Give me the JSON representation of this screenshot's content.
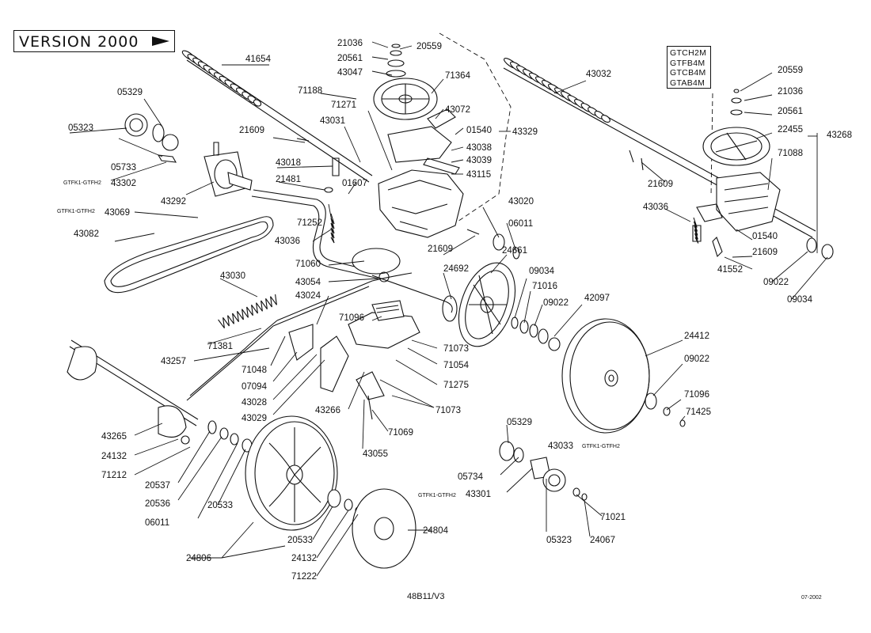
{
  "version_label": "VERSION 2000",
  "drawing_ref": "48B11/V3",
  "date_code": "07-2002",
  "model_codes": [
    "GTCH2M",
    "GTFB4M",
    "GTCB4M",
    "GTAB4M"
  ],
  "gtfk_tag": "GTFK1-GTFH2",
  "parts": [
    {
      "id": "p41654",
      "label": "41654"
    },
    {
      "id": "p05329a",
      "label": "05329"
    },
    {
      "id": "p05323a",
      "label": "05323"
    },
    {
      "id": "p21609a",
      "label": "21609"
    },
    {
      "id": "p05733",
      "label": "05733"
    },
    {
      "id": "p43302",
      "label": "43302"
    },
    {
      "id": "p43018",
      "label": "43018"
    },
    {
      "id": "p21481",
      "label": "21481"
    },
    {
      "id": "p43292",
      "label": "43292"
    },
    {
      "id": "p43069",
      "label": "43069"
    },
    {
      "id": "p43082",
      "label": "43082"
    },
    {
      "id": "p43031",
      "label": "43031"
    },
    {
      "id": "p71271",
      "label": "71271"
    },
    {
      "id": "p71188",
      "label": "71188"
    },
    {
      "id": "p43047",
      "label": "43047"
    },
    {
      "id": "p20561a",
      "label": "20561"
    },
    {
      "id": "p21036a",
      "label": "21036"
    },
    {
      "id": "p20559a",
      "label": "20559"
    },
    {
      "id": "p71364",
      "label": "71364"
    },
    {
      "id": "p43072",
      "label": "43072"
    },
    {
      "id": "p01540a",
      "label": "01540"
    },
    {
      "id": "p43329",
      "label": "43329"
    },
    {
      "id": "p43038",
      "label": "43038"
    },
    {
      "id": "p43039",
      "label": "43039"
    },
    {
      "id": "p43115",
      "label": "43115"
    },
    {
      "id": "p01607",
      "label": "01607"
    },
    {
      "id": "p71252",
      "label": "71252"
    },
    {
      "id": "p43036a",
      "label": "43036"
    },
    {
      "id": "p43020",
      "label": "43020"
    },
    {
      "id": "p06011a",
      "label": "06011"
    },
    {
      "id": "p21609b",
      "label": "21609"
    },
    {
      "id": "p24692",
      "label": "24692"
    },
    {
      "id": "p24661",
      "label": "24661"
    },
    {
      "id": "p71060",
      "label": "71060"
    },
    {
      "id": "p43054",
      "label": "43054"
    },
    {
      "id": "p43030",
      "label": "43030"
    },
    {
      "id": "p43024",
      "label": "43024"
    },
    {
      "id": "p71096a",
      "label": "71096"
    },
    {
      "id": "p71381",
      "label": "71381"
    },
    {
      "id": "p43257",
      "label": "43257"
    },
    {
      "id": "p71048",
      "label": "71048"
    },
    {
      "id": "p07094",
      "label": "07094"
    },
    {
      "id": "p43028",
      "label": "43028"
    },
    {
      "id": "p43029",
      "label": "43029"
    },
    {
      "id": "p43266",
      "label": "43266"
    },
    {
      "id": "p71073a",
      "label": "71073"
    },
    {
      "id": "p71054",
      "label": "71054"
    },
    {
      "id": "p71275",
      "label": "71275"
    },
    {
      "id": "p71073b",
      "label": "71073"
    },
    {
      "id": "p71069",
      "label": "71069"
    },
    {
      "id": "p43055",
      "label": "43055"
    },
    {
      "id": "p09034a",
      "label": "09034"
    },
    {
      "id": "p71016",
      "label": "71016"
    },
    {
      "id": "p09022a",
      "label": "09022"
    },
    {
      "id": "p42097",
      "label": "42097"
    },
    {
      "id": "p24412",
      "label": "24412"
    },
    {
      "id": "p09022b",
      "label": "09022"
    },
    {
      "id": "p71096b",
      "label": "71096"
    },
    {
      "id": "p71425",
      "label": "71425"
    },
    {
      "id": "p43032",
      "label": "43032"
    },
    {
      "id": "p20559b",
      "label": "20559"
    },
    {
      "id": "p21036b",
      "label": "21036"
    },
    {
      "id": "p20561b",
      "label": "20561"
    },
    {
      "id": "p22455",
      "label": "22455"
    },
    {
      "id": "p43268",
      "label": "43268"
    },
    {
      "id": "p71088",
      "label": "71088"
    },
    {
      "id": "p21609c",
      "label": "21609"
    },
    {
      "id": "p43036b",
      "label": "43036"
    },
    {
      "id": "p01540b",
      "label": "01540"
    },
    {
      "id": "p21609d",
      "label": "21609"
    },
    {
      "id": "p41552",
      "label": "41552"
    },
    {
      "id": "p09022c",
      "label": "09022"
    },
    {
      "id": "p09034b",
      "label": "09034"
    },
    {
      "id": "p43265",
      "label": "43265"
    },
    {
      "id": "p24132a",
      "label": "24132"
    },
    {
      "id": "p71212",
      "label": "71212"
    },
    {
      "id": "p20537",
      "label": "20537"
    },
    {
      "id": "p20536",
      "label": "20536"
    },
    {
      "id": "p06011b",
      "label": "06011"
    },
    {
      "id": "p20533a",
      "label": "20533"
    },
    {
      "id": "p24806",
      "label": "24806"
    },
    {
      "id": "p20533b",
      "label": "20533"
    },
    {
      "id": "p24132b",
      "label": "24132"
    },
    {
      "id": "p71222",
      "label": "71222"
    },
    {
      "id": "p24804",
      "label": "24804"
    },
    {
      "id": "p05329b",
      "label": "05329"
    },
    {
      "id": "p43033",
      "label": "43033"
    },
    {
      "id": "p05734",
      "label": "05734"
    },
    {
      "id": "p43301",
      "label": "43301"
    },
    {
      "id": "p71021",
      "label": "71021"
    },
    {
      "id": "p05323b",
      "label": "05323"
    },
    {
      "id": "p24067",
      "label": "24067"
    }
  ]
}
